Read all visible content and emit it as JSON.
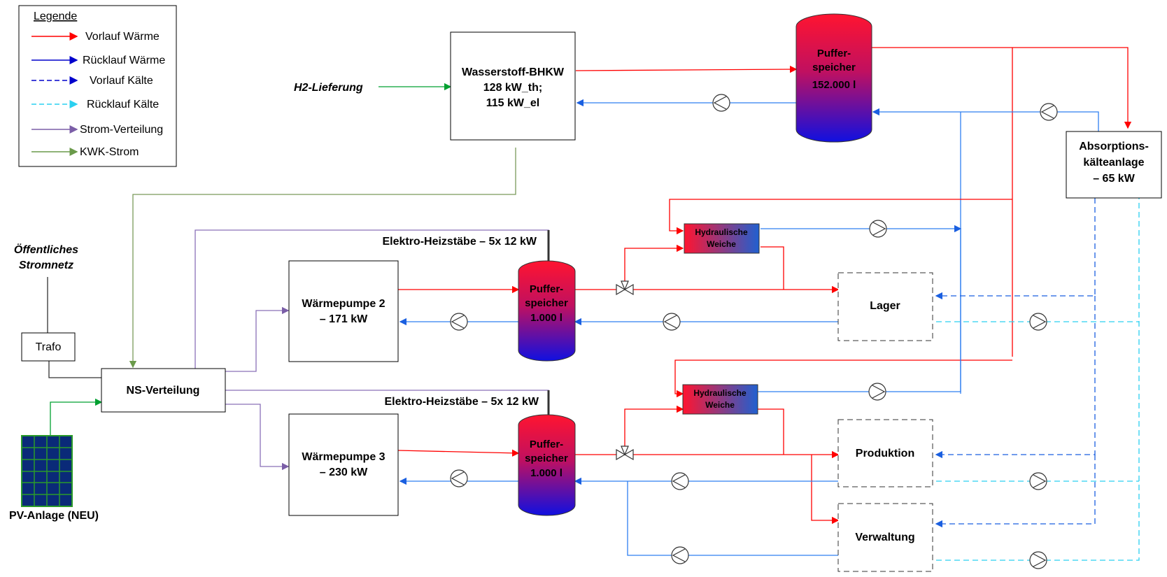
{
  "legend": {
    "title": "Legende",
    "items": [
      {
        "label": "Vorlauf Wärme",
        "color": "#ff0000",
        "style": "solid"
      },
      {
        "label": "Rücklauf Wärme",
        "color": "#0000cc",
        "style": "solid"
      },
      {
        "label": "Vorlauf Kälte",
        "color": "#0000cc",
        "style": "dashed"
      },
      {
        "label": "Rücklauf Kälte",
        "color": "#00c8f0",
        "style": "dashed"
      },
      {
        "label": "Strom-Verteilung",
        "color": "#7b5ea7",
        "style": "solid"
      },
      {
        "label": "KWK-Strom",
        "color": "#6a9a4a",
        "style": "solid"
      }
    ]
  },
  "colors": {
    "vorlauf_waerme": "#ff0000",
    "ruecklauf_waerme": "#2f7ff0",
    "vorlauf_kaelte": "#1a5fe0",
    "ruecklauf_kaelte": "#2ad0f0",
    "strom": "#8a70b8",
    "kwk": "#7a9a5a",
    "h2": "#00a030"
  },
  "external": {
    "h2_supply": "H2-Lieferung",
    "grid_line1": "Öffentliches",
    "grid_line2": "Stromnetz"
  },
  "components": {
    "bhkw": [
      "Wasserstoff-BHKW",
      "128 kW_th;",
      "115 kW_el"
    ],
    "main_buffer": [
      "Puffer-",
      "speicher",
      "152.000 l"
    ],
    "absorption": [
      "Absorptions-",
      "kälteanlage",
      "– 65 kW"
    ],
    "hp2": [
      "Wärmepumpe 2",
      "– 171 kW"
    ],
    "hp3": [
      "Wärmepumpe 3",
      "– 230 kW"
    ],
    "buffer2": [
      "Puffer-",
      "speicher",
      "1.000 l"
    ],
    "buffer3": [
      "Puffer-",
      "speicher",
      "1.000 l"
    ],
    "heater1": "Elektro-Heizstäbe – 5x 12 kW",
    "heater2": "Elektro-Heizstäbe – 5x 12 kW",
    "hyd1": [
      "Hydraulische",
      "Weiche"
    ],
    "hyd2": [
      "Hydraulische",
      "Weiche"
    ],
    "trafo": "Trafo",
    "ns": "NS-Verteilung",
    "pv": "PV-Anlage (NEU)"
  },
  "consumers": {
    "lager": "Lager",
    "produktion": "Produktion",
    "verwaltung": "Verwaltung"
  }
}
